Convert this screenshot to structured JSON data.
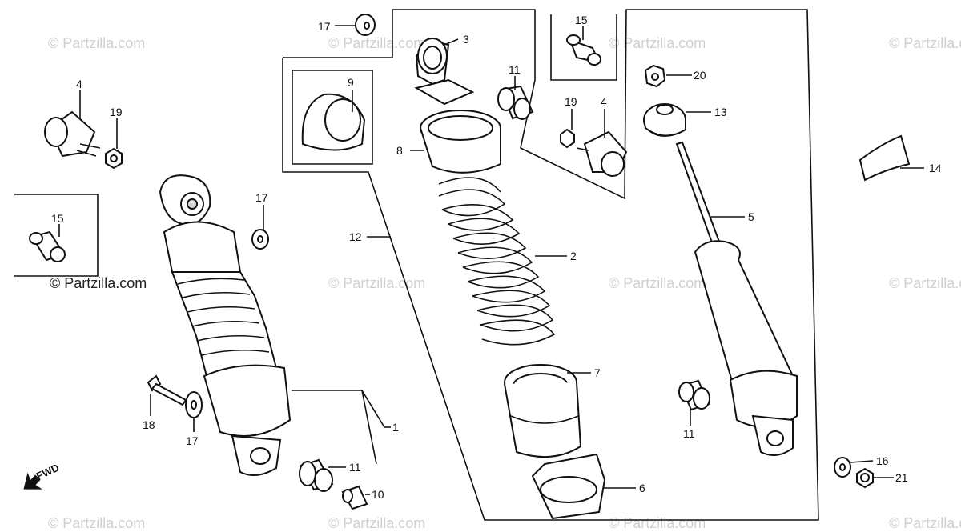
{
  "watermarks": {
    "site": "© Partzilla.com",
    "site_short": "© Partzilla.co",
    "site_left": "© Partzilla.com"
  },
  "direction": {
    "label": "FWD"
  },
  "callouts": [
    {
      "id": "c17a",
      "text": "17"
    },
    {
      "id": "c3",
      "text": "3"
    },
    {
      "id": "c15a",
      "text": "15"
    },
    {
      "id": "c20",
      "text": "20"
    },
    {
      "id": "c4a",
      "text": "4"
    },
    {
      "id": "c19a",
      "text": "19"
    },
    {
      "id": "c9",
      "text": "9"
    },
    {
      "id": "c11a",
      "text": "11"
    },
    {
      "id": "c19b",
      "text": "19"
    },
    {
      "id": "c4b",
      "text": "4"
    },
    {
      "id": "c13",
      "text": "13"
    },
    {
      "id": "c8",
      "text": "8"
    },
    {
      "id": "c14",
      "text": "14"
    },
    {
      "id": "c15b",
      "text": "15"
    },
    {
      "id": "c17b",
      "text": "17"
    },
    {
      "id": "c12",
      "text": "12"
    },
    {
      "id": "c5",
      "text": "5"
    },
    {
      "id": "c2",
      "text": "2"
    },
    {
      "id": "c7",
      "text": "7"
    },
    {
      "id": "c1",
      "text": "1"
    },
    {
      "id": "c18",
      "text": "18"
    },
    {
      "id": "c17c",
      "text": "17"
    },
    {
      "id": "c11b",
      "text": "11"
    },
    {
      "id": "c11c",
      "text": "11"
    },
    {
      "id": "c10",
      "text": "10"
    },
    {
      "id": "c6",
      "text": "6"
    },
    {
      "id": "c16",
      "text": "16"
    },
    {
      "id": "c21",
      "text": "21"
    }
  ]
}
